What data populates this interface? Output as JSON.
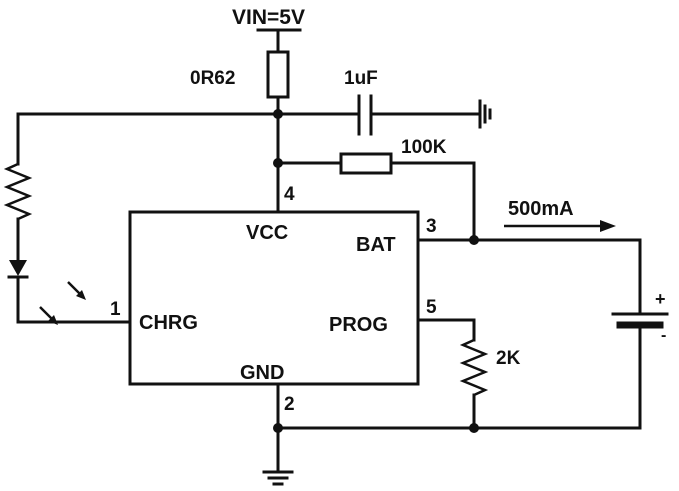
{
  "supply": {
    "label": "VIN=5V"
  },
  "sense_resistor": {
    "label": "0R62"
  },
  "capacitor": {
    "label": "1uF"
  },
  "resistor_100k": {
    "label": "100K"
  },
  "current": {
    "label": "500mA"
  },
  "ic": {
    "pins": {
      "vcc": {
        "name": "VCC",
        "number": "4"
      },
      "bat": {
        "name": "BAT",
        "number": "3"
      },
      "chrg": {
        "name": "CHRG",
        "number": "1"
      },
      "prog": {
        "name": "PROG",
        "number": "5"
      },
      "gnd": {
        "name": "GND",
        "number": "2"
      }
    }
  },
  "prog_resistor": {
    "label": "2K"
  },
  "battery": {
    "plus": "+",
    "minus": "-"
  }
}
